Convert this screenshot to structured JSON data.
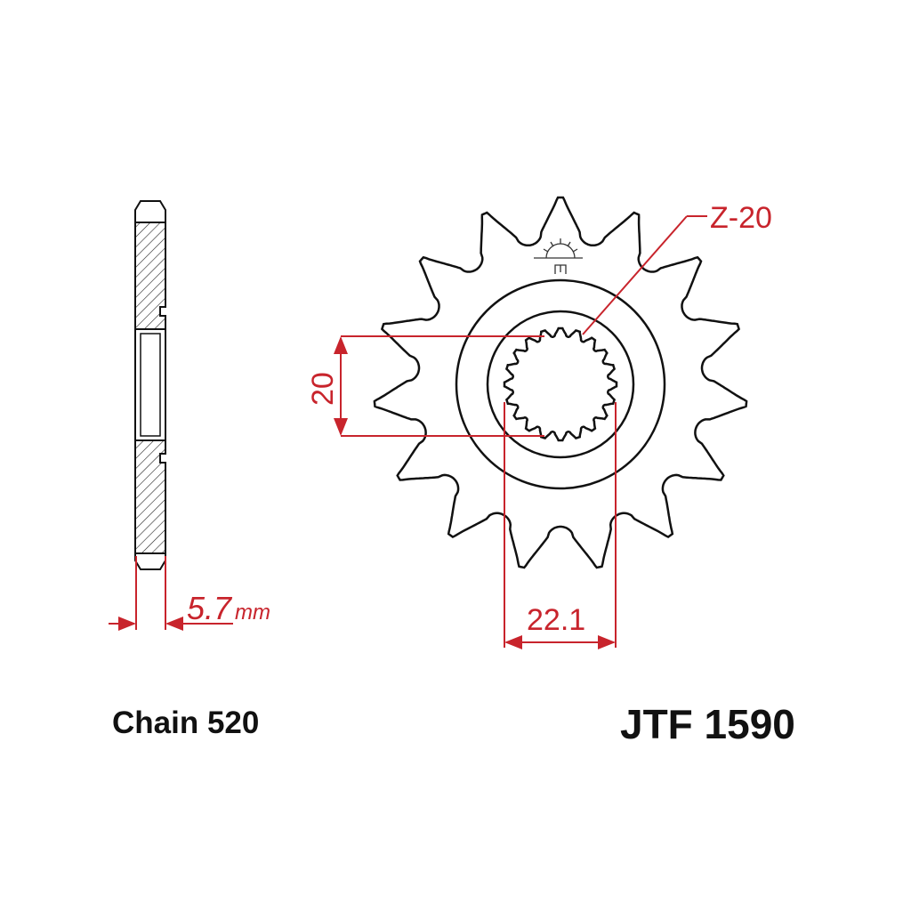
{
  "part_number": "JTF 1590",
  "chain_label": "Chain 520",
  "tooth_count_label": "Z-20",
  "inner_dim_label": "20",
  "spline_dim_label": "22.1",
  "thickness_value": "5.7",
  "thickness_unit": "mm",
  "sprocket_teeth": 15,
  "spline_teeth": 20,
  "colors": {
    "line": "#111111",
    "dimension": "#c8242c"
  }
}
